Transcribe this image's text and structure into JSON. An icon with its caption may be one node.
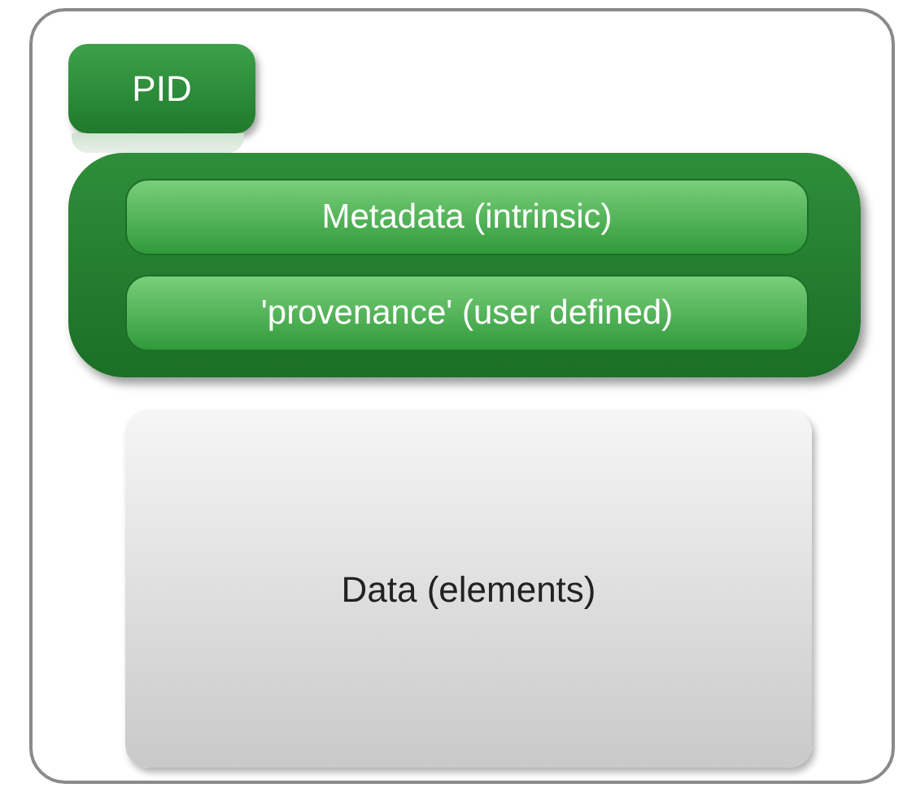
{
  "diagram": {
    "nodes": [
      {
        "text": [],
        "shape": "box"
      },
      {
        "text": [
          "PID"
        ],
        "in": 0
      },
      {
        "text": [],
        "shape": "box",
        "in": 0
      },
      {
        "text": [],
        "shape": "box",
        "in": 0
      },
      {
        "text": [
          "Metadata (intrinsic)"
        ],
        "in": 3
      },
      {
        "text": [
          "'provenance' (user defined)"
        ],
        "in": 3
      },
      {
        "text": [
          "Data (elements)"
        ],
        "in": 0
      }
    ]
  }
}
